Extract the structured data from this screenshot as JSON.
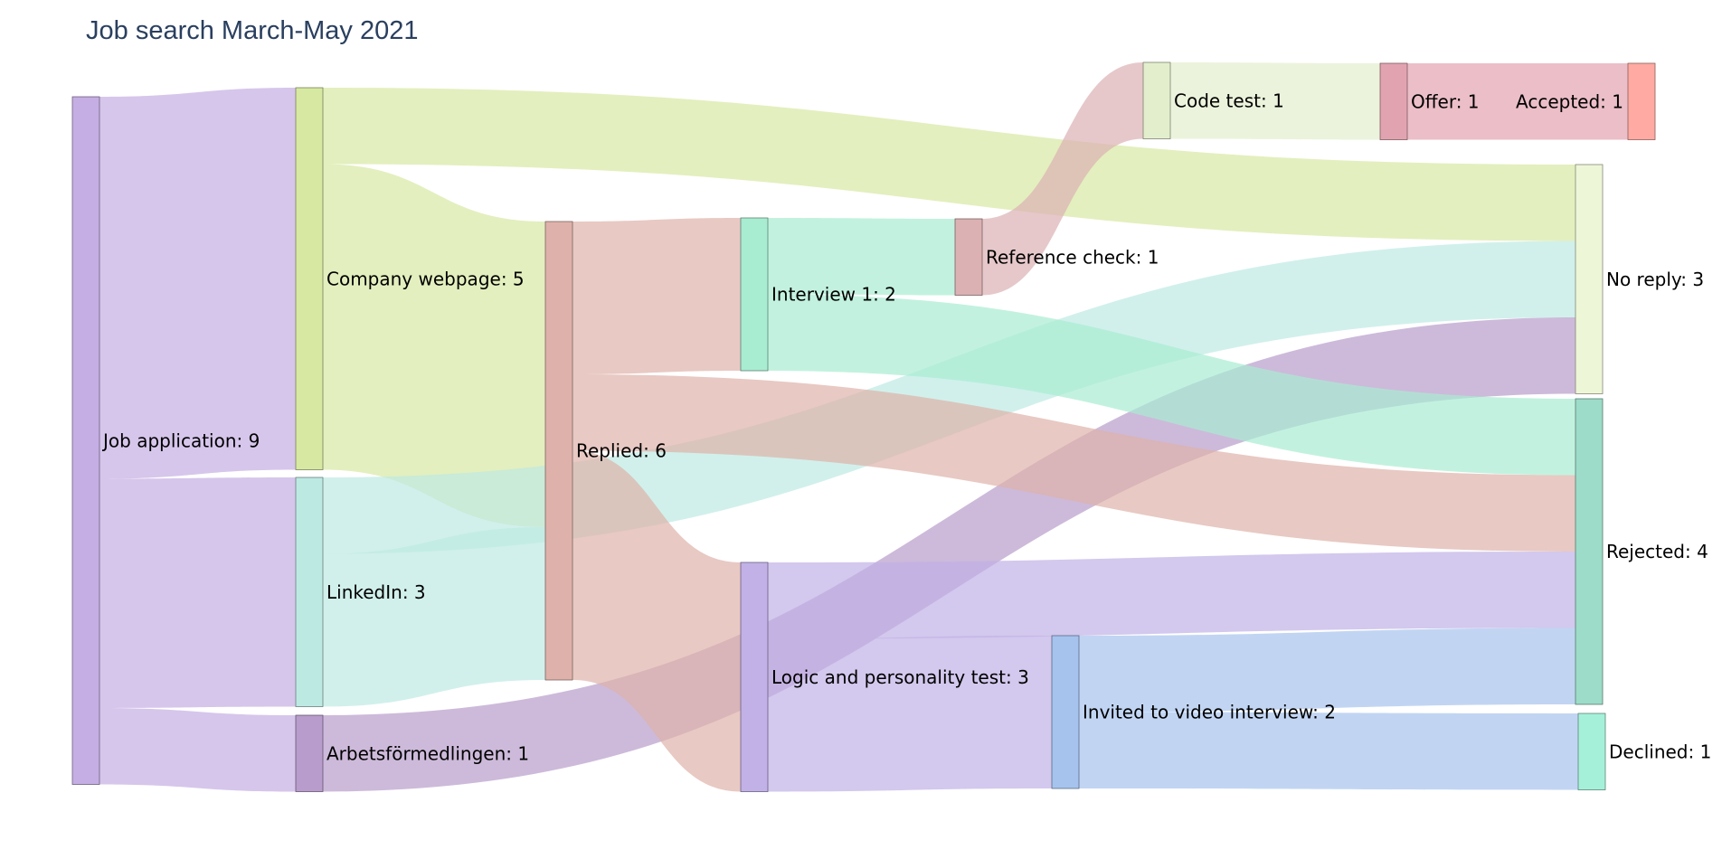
{
  "chart_data": {
    "type": "sankey",
    "title": "Job search March-May 2021",
    "nodes": [
      {
        "id": "job_application",
        "label": "Job application: 9",
        "value": 9,
        "color": "#c5aee3"
      },
      {
        "id": "company_webpage",
        "label": "Company webpage: 5",
        "value": 5,
        "color": "#d7e8a2"
      },
      {
        "id": "linkedin",
        "label": "LinkedIn: 3",
        "value": 3,
        "color": "#bde9e3"
      },
      {
        "id": "arbetsformedlingen",
        "label": "Arbetsförmedlingen: 1",
        "value": 1,
        "color": "#b89ccb"
      },
      {
        "id": "replied",
        "label": "Replied: 6",
        "value": 6,
        "color": "#deb2aa"
      },
      {
        "id": "interview1",
        "label": "Interview 1: 2",
        "value": 2,
        "color": "#a8ecd1"
      },
      {
        "id": "logic_test",
        "label": "Logic and personality test: 3",
        "value": 3,
        "color": "#c1b1e6"
      },
      {
        "id": "reference_check",
        "label": "Reference check: 1",
        "value": 1,
        "color": "#dbb1b3"
      },
      {
        "id": "video_interview",
        "label": "Invited to video interview: 2",
        "value": 2,
        "color": "#a6c3ee"
      },
      {
        "id": "code_test",
        "label": "Code test: 1",
        "value": 1,
        "color": "#e3eecd"
      },
      {
        "id": "offer",
        "label": "Offer: 1",
        "value": 1,
        "color": "#e2a3b1"
      },
      {
        "id": "accepted",
        "label": "Accepted: 1",
        "value": 1,
        "color": "#ffaaa2"
      },
      {
        "id": "no_reply",
        "label": "No reply: 3",
        "value": 3,
        "color": "#eef6d8"
      },
      {
        "id": "rejected",
        "label": "Rejected: 4",
        "value": 4,
        "color": "#9ddcc8"
      },
      {
        "id": "declined",
        "label": "Declined: 1",
        "value": 1,
        "color": "#a5f0d8"
      }
    ],
    "links": [
      {
        "source": "job_application",
        "target": "company_webpage",
        "value": 5
      },
      {
        "source": "job_application",
        "target": "linkedin",
        "value": 3
      },
      {
        "source": "job_application",
        "target": "arbetsformedlingen",
        "value": 1
      },
      {
        "source": "company_webpage",
        "target": "no_reply",
        "value": 1
      },
      {
        "source": "company_webpage",
        "target": "replied",
        "value": 4
      },
      {
        "source": "linkedin",
        "target": "no_reply",
        "value": 1
      },
      {
        "source": "linkedin",
        "target": "replied",
        "value": 2
      },
      {
        "source": "arbetsformedlingen",
        "target": "no_reply",
        "value": 1
      },
      {
        "source": "replied",
        "target": "interview1",
        "value": 2
      },
      {
        "source": "replied",
        "target": "rejected",
        "value": 1
      },
      {
        "source": "replied",
        "target": "logic_test",
        "value": 3
      },
      {
        "source": "interview1",
        "target": "reference_check",
        "value": 1
      },
      {
        "source": "interview1",
        "target": "rejected",
        "value": 1
      },
      {
        "source": "reference_check",
        "target": "code_test",
        "value": 1
      },
      {
        "source": "code_test",
        "target": "offer",
        "value": 1
      },
      {
        "source": "offer",
        "target": "accepted",
        "value": 1
      },
      {
        "source": "logic_test",
        "target": "rejected",
        "value": 1
      },
      {
        "source": "logic_test",
        "target": "video_interview",
        "value": 2
      },
      {
        "source": "video_interview",
        "target": "rejected",
        "value": 1
      },
      {
        "source": "video_interview",
        "target": "declined",
        "value": 1
      }
    ]
  }
}
